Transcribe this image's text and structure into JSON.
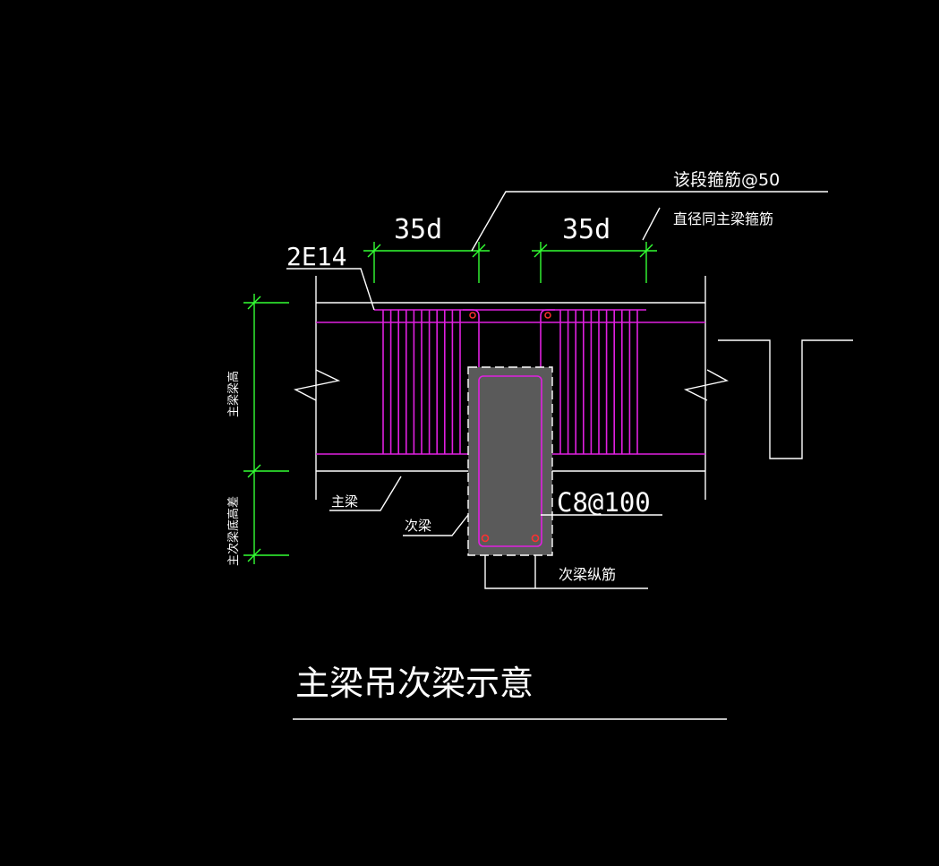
{
  "labels": {
    "lap_left": "35d",
    "lap_right": "35d",
    "top_bar": "2E14",
    "stirrup_note_1": "该段箍筋@50",
    "stirrup_note_2": "直径同主梁箍筋",
    "main_beam_height": "主梁梁高",
    "height_difference": "主次梁底高差",
    "main_beam": "主梁",
    "secondary_beam": "次梁",
    "hanger_spec": "C8@100",
    "secondary_longitudinal": "次梁纵筋",
    "title": "主梁吊次梁示意"
  },
  "colors": {
    "background": "#000000",
    "outline": "#ffffff",
    "dimension": "#33ff33",
    "rebar": "#e020e0",
    "section_fill": "#5a5a5a",
    "rebar_dot": "#ff3030"
  }
}
